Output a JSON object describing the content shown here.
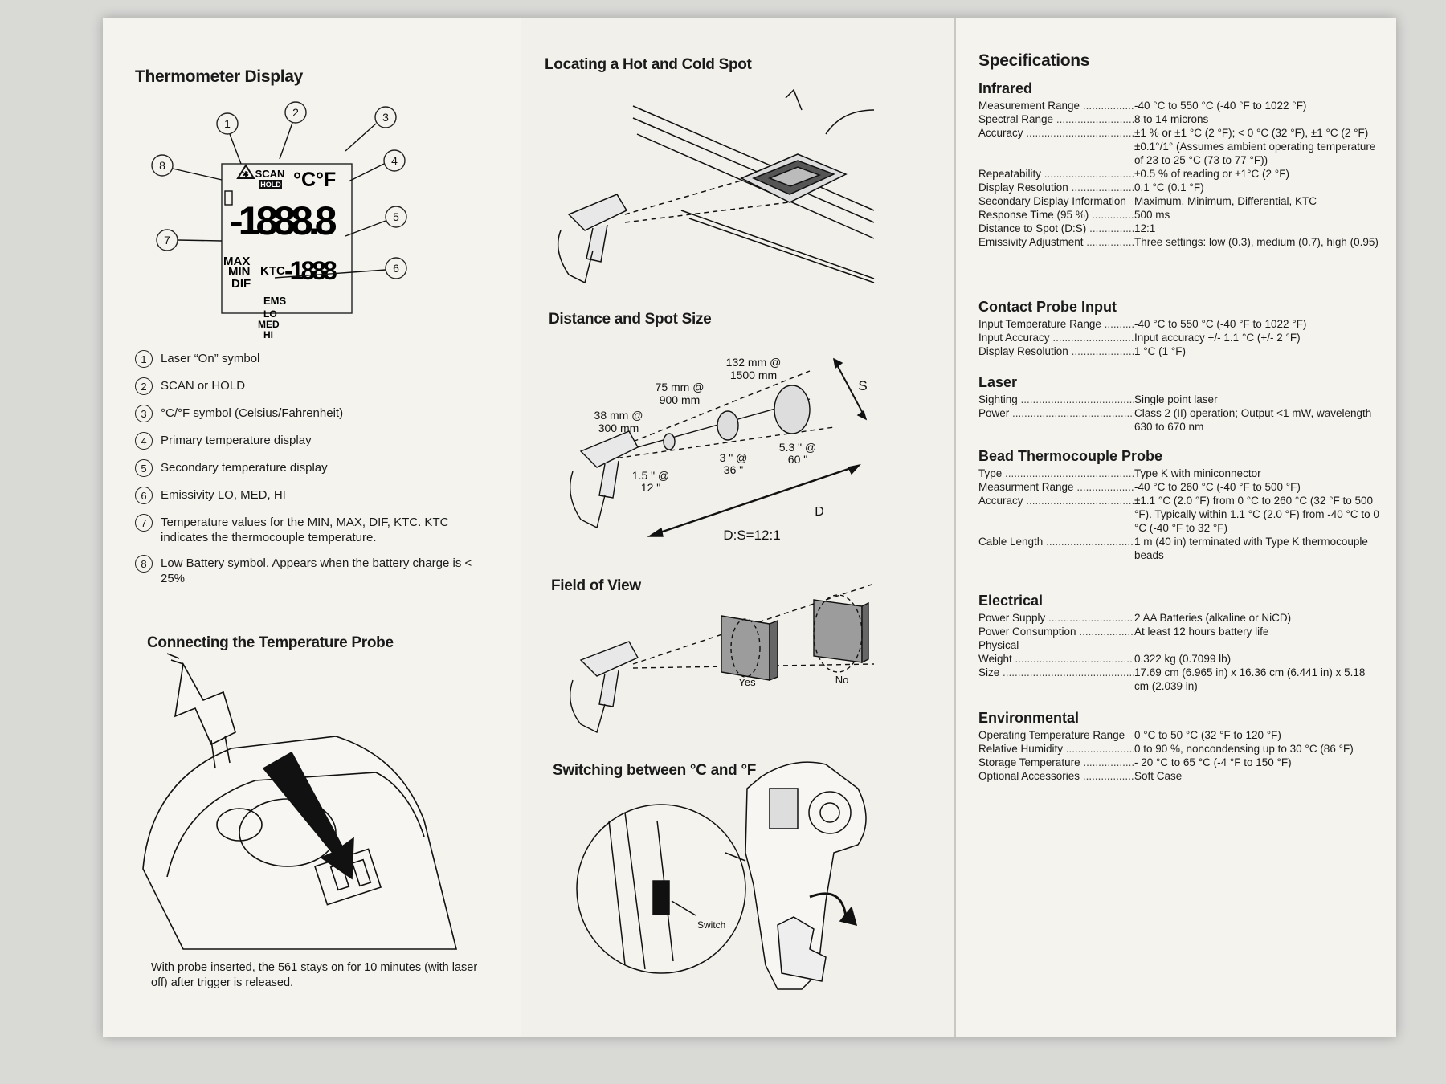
{
  "panel1": {
    "display_title": "Thermometer Display",
    "lcd": {
      "scan": "SCAN",
      "hold": "HOLD",
      "unit": "°C°F",
      "primary": "-1888.8",
      "max": "MAX",
      "min": "MIN",
      "dif": "DIF",
      "ktc": "KTC",
      "secondary": "-1888",
      "ems": "EMS",
      "lo": "LO",
      "med": "MED",
      "hi": "HI"
    },
    "callouts": [
      "1",
      "2",
      "3",
      "4",
      "5",
      "6",
      "7",
      "8"
    ],
    "legend": [
      {
        "num": "1",
        "text": "Laser “On” symbol"
      },
      {
        "num": "2",
        "text": "SCAN or HOLD"
      },
      {
        "num": "3",
        "text": "°C/°F symbol (Celsius/Fahrenheit)"
      },
      {
        "num": "4",
        "text": "Primary temperature display"
      },
      {
        "num": "5",
        "text": "Secondary temperature display"
      },
      {
        "num": "6",
        "text": "Emissivity LO, MED, HI"
      },
      {
        "num": "7",
        "text": "Temperature values for the MIN, MAX, DIF, KTC. KTC indicates the thermocouple temperature."
      },
      {
        "num": "8",
        "text": "Low Battery symbol. Appears when the battery charge is < 25%"
      }
    ],
    "probe_title": "Connecting the Temperature Probe",
    "probe_note": "With probe inserted, the 561 stays on for 10 minutes (with laser off) after trigger is released."
  },
  "panel2": {
    "hotcold_title": "Locating a Hot and Cold Spot",
    "distance_title": "Distance and Spot Size",
    "distance_labels": {
      "l1a": "38 mm @",
      "l1b": "300 mm",
      "l2a": "75 mm @",
      "l2b": "900 mm",
      "l3a": "132 mm @",
      "l3b": "1500 mm",
      "i1a": "1.5 \" @",
      "i1b": "12 \"",
      "i2a": "3 \" @",
      "i2b": "36 \"",
      "i3a": "5.3 \" @",
      "i3b": "60 \"",
      "s": "S",
      "d": "D",
      "ratio": "D:S=12:1"
    },
    "fov_title": "Field of View",
    "fov_yes": "Yes",
    "fov_no": "No",
    "switch_title": "Switching between °C and °F",
    "switch_label": "Switch"
  },
  "panel3": {
    "title": "Specifications",
    "sections": [
      {
        "name": "Infrared",
        "rows": [
          {
            "k": "Measurement Range",
            "v": "-40 °C to 550 °C (-40 °F to 1022 °F)"
          },
          {
            "k": "Spectral Range",
            "v": "8 to 14 microns"
          },
          {
            "k": "Accuracy",
            "v": "±1 % or ±1 °C (2 °F); < 0 °C (32 °F), ±1 °C (2 °F) ±0.1°/1° (Assumes ambient operating temperature of 23 to 25 °C (73 to 77 °F))"
          },
          {
            "k": "Repeatability",
            "v": "±0.5 % of reading or ±1°C (2 °F)"
          },
          {
            "k": "Display Resolution",
            "v": "0.1 °C (0.1 °F)"
          },
          {
            "k": "Secondary Display Information",
            "v": "Maximum, Minimum, Differential, KTC",
            "nodot": true
          },
          {
            "k": "Response Time (95 %)",
            "v": "500 ms"
          },
          {
            "k": "Distance to Spot (D:S)",
            "v": "12:1"
          },
          {
            "k": "Emissivity Adjustment",
            "v": "Three settings: low (0.3), medium (0.7), high (0.95)"
          }
        ]
      },
      {
        "name": "Contact Probe Input",
        "rows": [
          {
            "k": "Input Temperature Range",
            "v": "-40 °C to 550 °C (-40 °F to 1022 °F)"
          },
          {
            "k": "Input Accuracy",
            "v": "Input accuracy +/- 1.1 °C (+/- 2 °F)"
          },
          {
            "k": "Display Resolution",
            "v": "1 °C (1 °F)"
          }
        ]
      },
      {
        "name": "Laser",
        "rows": [
          {
            "k": "Sighting",
            "v": "Single point laser"
          },
          {
            "k": "Power",
            "v": "Class 2 (II) operation; Output <1 mW, wavelength 630 to 670 nm"
          }
        ]
      },
      {
        "name": "Bead Thermocouple Probe",
        "rows": [
          {
            "k": "Type",
            "v": "Type K with miniconnector"
          },
          {
            "k": "Measurment Range",
            "v": "-40 °C to 260 °C (-40 °F to 500 °F)"
          },
          {
            "k": "Accuracy",
            "v": "±1.1 °C (2.0 °F) from 0 °C to 260 °C (32 °F to 500 °F). Typically within 1.1 °C (2.0 °F) from -40 °C to 0 °C (-40 °F to 32 °F)"
          },
          {
            "k": "Cable Length",
            "v": "1 m (40 in) terminated with Type K thermocouple beads"
          }
        ]
      },
      {
        "name": "Electrical",
        "rows": [
          {
            "k": "Power Supply",
            "v": "2 AA Batteries (alkaline or NiCD)"
          },
          {
            "k": "Power Consumption",
            "v": "At least 12 hours battery life"
          },
          {
            "k": "Physical",
            "v": "",
            "nodot": true
          },
          {
            "k": "Weight",
            "v": "0.322 kg (0.7099 lb)"
          },
          {
            "k": "Size",
            "v": "17.69 cm (6.965 in) x 16.36 cm (6.441 in) x 5.18 cm (2.039 in)"
          }
        ]
      },
      {
        "name": "Environmental",
        "rows": [
          {
            "k": "Operating Temperature Range",
            "v": "0 °C to 50 °C (32 °F to 120 °F)",
            "nodot": true
          },
          {
            "k": "Relative Humidity",
            "v": "0 to 90 %, noncondensing up to 30 °C (86 °F)"
          },
          {
            "k": "Storage Temperature",
            "v": "- 20 °C to 65 °C (-4 °F to 150 °F)"
          },
          {
            "k": "Optional Accessories",
            "v": "Soft Case"
          }
        ]
      }
    ]
  }
}
